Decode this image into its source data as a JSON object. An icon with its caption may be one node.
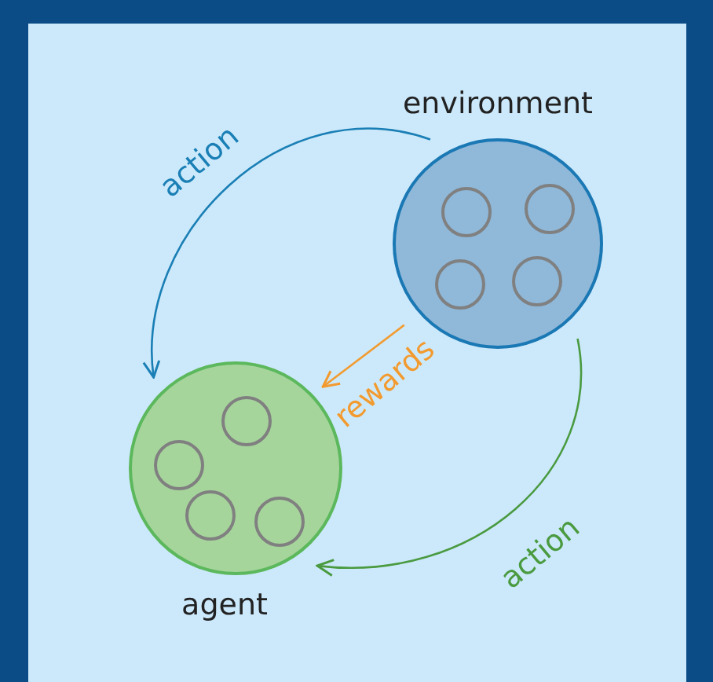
{
  "diagram": {
    "nodes": [
      {
        "text": [
          "environment"
        ]
      },
      {
        "text": [
          "agent"
        ]
      }
    ],
    "edges": [
      {
        "from": 0,
        "to": 1,
        "arrow": "to",
        "label": "action",
        "color": "#1a7fb5"
      },
      {
        "from": 0,
        "to": 1,
        "arrow": "to",
        "label": "rewards",
        "color": "#f29a2e"
      },
      {
        "from": 0,
        "to": 1,
        "arrow": "to",
        "label": "action",
        "color": "#4a9a40"
      }
    ]
  }
}
